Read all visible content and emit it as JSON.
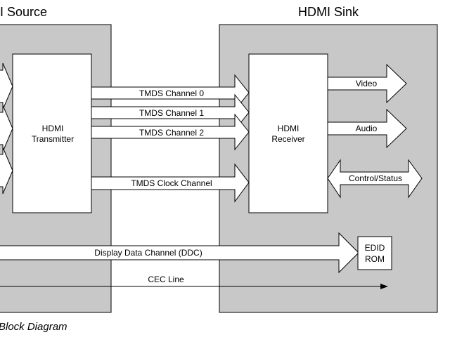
{
  "source_title": "I Source",
  "sink_title": "HDMI Sink",
  "transmitter": {
    "line1": "HDMI",
    "line2": "Transmitter"
  },
  "receiver": {
    "line1": "HDMI",
    "line2": "Receiver"
  },
  "channels": [
    "TMDS Channel 0",
    "TMDS Channel 1",
    "TMDS Channel 2",
    "TMDS Clock Channel"
  ],
  "outputs": {
    "video": "Video",
    "audio": "Audio",
    "control": "Control/Status"
  },
  "ddc": "Display Data Channel (DDC)",
  "edid": {
    "line1": "EDID",
    "line2": "ROM"
  },
  "cec": "CEC Line",
  "caption": "Block Diagram"
}
